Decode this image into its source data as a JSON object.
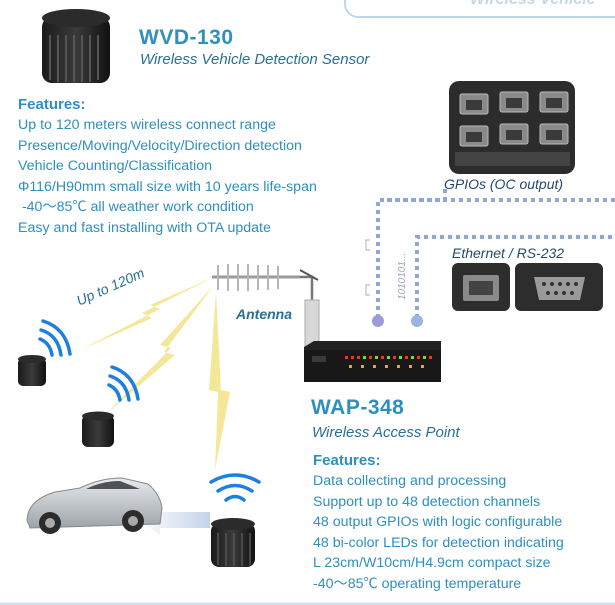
{
  "banner": {
    "text": "Wireless Vehicle"
  },
  "sensor": {
    "title": "WVD-130",
    "subtitle": "Wireless Vehicle Detection Sensor",
    "features_heading": "Features:",
    "features": [
      "Up to 120 meters wireless connect range",
      "Presence/Moving/Velocity/Direction detection",
      "Vehicle Counting/Classification",
      "Φ116/H90mm small size with 10 years life-span",
      " -40～85℃ all weather work condition",
      "Easy and fast installing with OTA  update"
    ]
  },
  "access_point": {
    "title": "WAP-348",
    "subtitle": "Wireless Access Point",
    "features_heading": "Features:",
    "features": [
      "Data collecting and processing",
      "Support up to 48 detection channels",
      "48 output GPIOs with logic configurable",
      "48 bi-color LEDs for detection indicating",
      "L 23cm/W10cm/H4.9cm compact size",
      "-40～85℃ operating temperature"
    ]
  },
  "labels": {
    "gpio": "GPIOs (OC output)",
    "ethernet": "Ethernet / RS-232",
    "antenna": "Antenna",
    "range": "Up to 120m",
    "bits": "1010101..."
  },
  "colors": {
    "accent": "#2e8fc0",
    "dotted_line": "#8fa7d6",
    "lightning": "#f3e58e"
  }
}
